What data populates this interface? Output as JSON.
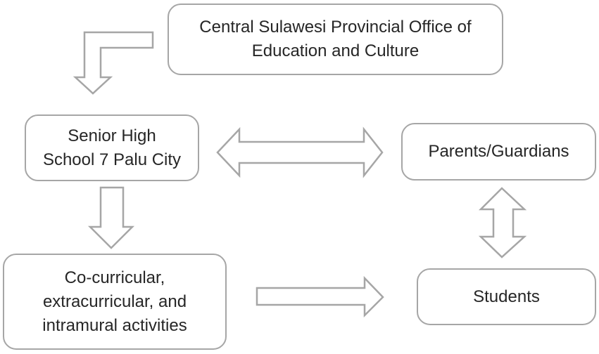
{
  "colors": {
    "background": "#ffffff",
    "box_border": "#a6a6a6",
    "arrow_outline": "#a6a6a6",
    "text": "#262626"
  },
  "nodes": {
    "office": {
      "lines": [
        "Central Sulawesi Provincial Office of",
        "Education and Culture"
      ]
    },
    "school": {
      "lines": [
        "Senior High",
        "School 7 Palu City"
      ]
    },
    "parents": {
      "lines": [
        "Parents/Guardians"
      ]
    },
    "activities": {
      "lines": [
        "Co-curricular,",
        "extracurricular, and",
        "intramural activities"
      ]
    },
    "students": {
      "lines": [
        "Students"
      ]
    }
  },
  "edges": [
    {
      "from": "office",
      "to": "school",
      "shape": "bent block arrow",
      "direction": "one-way down"
    },
    {
      "from": "school",
      "to": "parents",
      "shape": "block arrow",
      "direction": "two-way horizontal"
    },
    {
      "from": "school",
      "to": "activities",
      "shape": "block arrow",
      "direction": "one-way down"
    },
    {
      "from": "activities",
      "to": "students",
      "shape": "block arrow",
      "direction": "one-way right"
    },
    {
      "from": "parents",
      "to": "students",
      "shape": "block arrow",
      "direction": "two-way vertical"
    }
  ]
}
